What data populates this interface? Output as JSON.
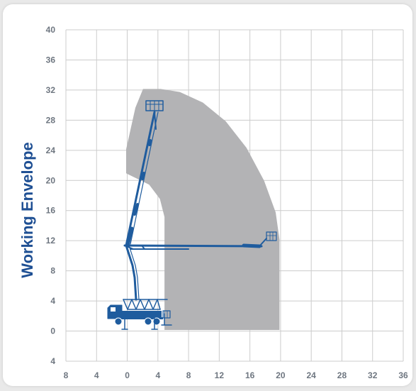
{
  "title": "Working Envelope",
  "axes": {
    "x_ticks": [
      "8",
      "4",
      "0",
      "4",
      "8",
      "12",
      "16",
      "20",
      "24",
      "28",
      "32",
      "36"
    ],
    "y_ticks": [
      "40",
      "36",
      "32",
      "28",
      "24",
      "20",
      "16",
      "12",
      "8",
      "4",
      "0",
      "4"
    ]
  },
  "envelope": {
    "color": "#b3b3b5",
    "boundary_m": [
      [
        2.2,
        32
      ],
      [
        4.5,
        32
      ],
      [
        7,
        31.6
      ],
      [
        10,
        30.2
      ],
      [
        13,
        27.7
      ],
      [
        15.7,
        24.2
      ],
      [
        18,
        19.8
      ],
      [
        19.5,
        15.6
      ],
      [
        20,
        12
      ],
      [
        20,
        0
      ],
      [
        5,
        0
      ],
      [
        5,
        15
      ],
      [
        4.4,
        17.4
      ],
      [
        3,
        19.3
      ],
      [
        0,
        20.8
      ],
      [
        0,
        24
      ],
      [
        1.2,
        29.5
      ]
    ]
  },
  "colors": {
    "machine": "#1f5c9e",
    "grid": "#cccccc",
    "title": "#1e4f93"
  }
}
